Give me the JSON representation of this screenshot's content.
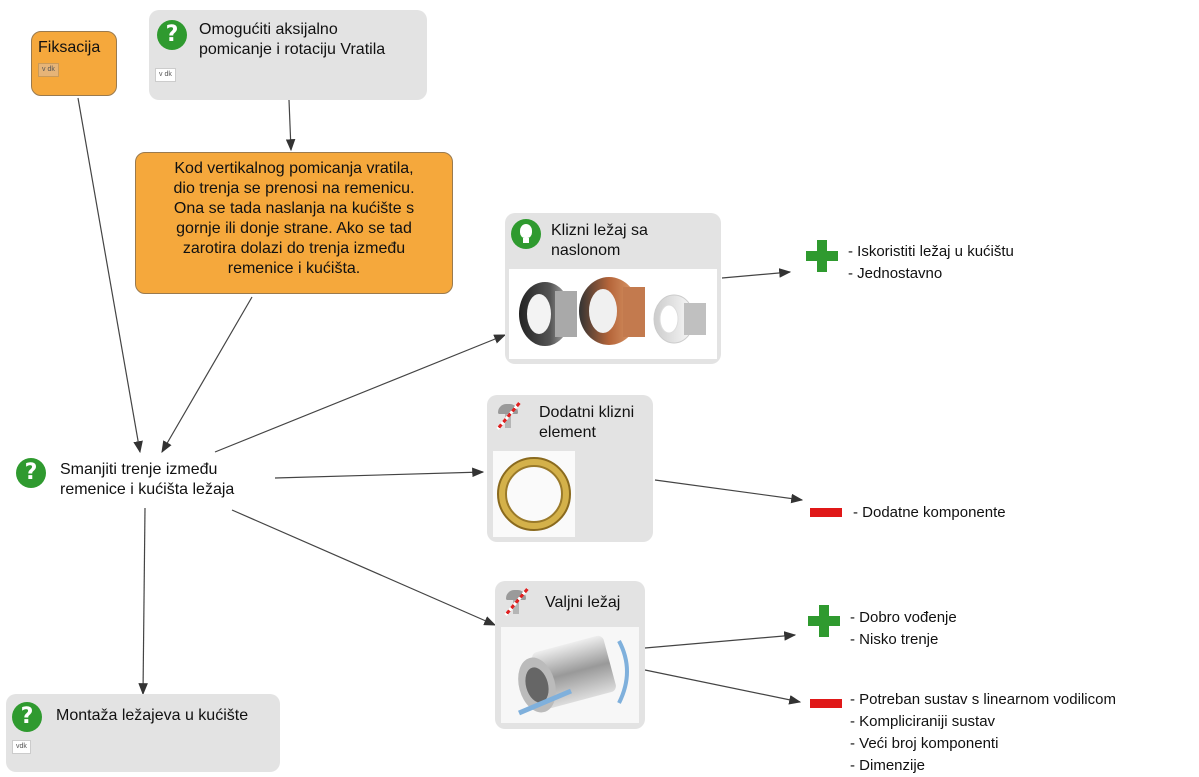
{
  "nodes": {
    "fiksacija": {
      "label": "Fiksacija",
      "tag": "v dk"
    },
    "omoguciti": {
      "line1": "Omogućiti aksijalno",
      "line2": "pomicanje i rotaciju Vratila",
      "tag": "v dk"
    },
    "note": {
      "lines": [
        "Kod vertikalnog pomicanja vratila,",
        "dio trenja se prenosi na remenicu.",
        "Ona se tada naslanja na kućište s",
        "gornje ili donje strane. Ako se tad",
        "zarotira dolazi do trenja između",
        "remenice i kućišta."
      ]
    },
    "smanjiti": {
      "line1": "Smanjiti trenje između",
      "line2": "remenice i kućišta ležaja"
    },
    "montaza": {
      "label": "Montaža ležajeva u kućište",
      "tag": "vdk"
    },
    "klizni": {
      "line1": "Klizni ležaj sa",
      "line2": "naslonom"
    },
    "dodatni": {
      "line1": "Dodatni klizni",
      "line2": "element"
    },
    "valjni": {
      "label": "Valjni ležaj"
    }
  },
  "outcomes": {
    "klizni_plus": [
      "- Iskoristiti ležaj u kućištu",
      "- Jednostavno"
    ],
    "dodatni_minus": [
      "- Dodatne komponente"
    ],
    "valjni_plus": [
      "- Dobro vođenje",
      "- Nisko trenje"
    ],
    "valjni_minus": [
      "- Potreban sustav s linearnom vodilicom",
      "- Kompliciraniji sustav",
      "- Veći broj komponenti",
      "- Dimenzije"
    ]
  },
  "icons": {
    "question": "question-icon",
    "idea": "lightbulb-icon",
    "rejected": "crossed-lamp-icon",
    "pro": "plus-icon",
    "con": "minus-icon"
  },
  "colors": {
    "note_fill": "#f5a83c",
    "node_fill": "#e3e3e3",
    "pro": "#2f9a2f",
    "con": "#e01818"
  }
}
